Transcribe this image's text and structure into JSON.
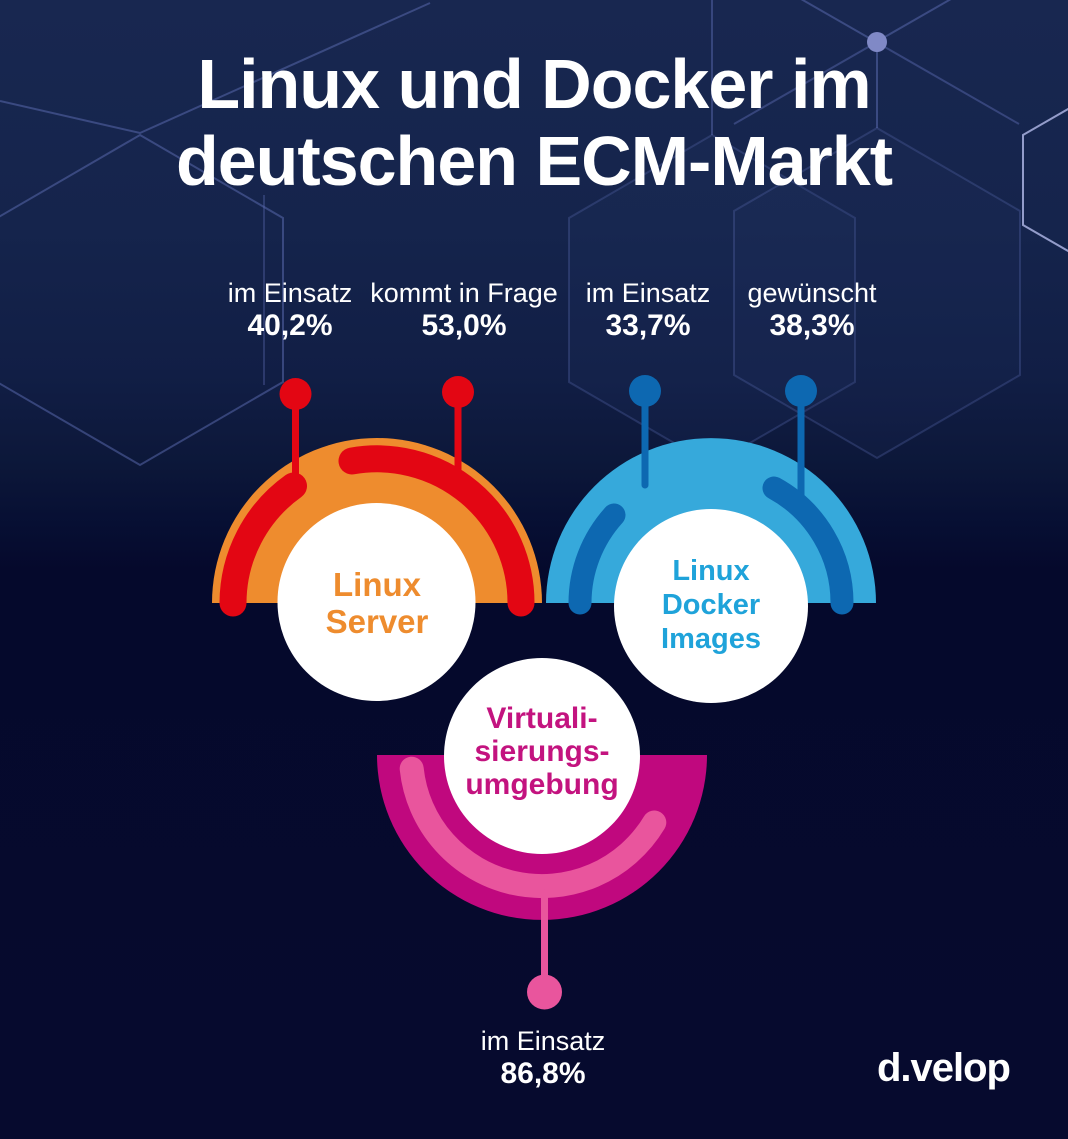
{
  "title": "Linux und Docker im\ndeutschen ECM-Markt",
  "stats": [
    {
      "label": "im Einsatz",
      "value": "40,2%"
    },
    {
      "label": "kommt in Frage",
      "value": "53,0%"
    },
    {
      "label": "im Einsatz",
      "value": "33,7%"
    },
    {
      "label": "gewünscht",
      "value": "38,3%"
    }
  ],
  "gauges": [
    {
      "name": "Linux Server",
      "label_lines": "Linux\nServer",
      "fill_color": "#ee8c2e",
      "accent_color": "#e30613"
    },
    {
      "name": "Linux Docker Images",
      "label_lines": "Linux\nDocker\nImages",
      "fill_color": "#36a9db",
      "accent_color": "#0d68b1",
      "text_color": "#1fa3da"
    },
    {
      "name": "Virtualisierungsumgebung",
      "label_lines": "Virtuali-\nsierungs-\numgebung",
      "fill_color": "#c0087e",
      "accent_color": "#e9559d",
      "text_color": "#c3137f"
    }
  ],
  "bottom_stat": {
    "label": "im Einsatz",
    "value": "86,8%"
  },
  "logo": "d.velop",
  "background": {
    "top_color": "#15244c",
    "bottom_color": "#05092c",
    "hex_line_color": "#5e6db4",
    "deco_dot_color": "#8089c6"
  },
  "chart_data": {
    "type": "pie",
    "title": "Linux und Docker im deutschen ECM-Markt",
    "unit": "%",
    "series": [
      {
        "name": "Linux Server",
        "color": "#ee8c2e",
        "slices": [
          {
            "label": "im Einsatz",
            "value": 40.2
          },
          {
            "label": "kommt in Frage",
            "value": 53.0
          }
        ]
      },
      {
        "name": "Linux Docker Images",
        "color": "#36a9db",
        "slices": [
          {
            "label": "im Einsatz",
            "value": 33.7
          },
          {
            "label": "gewünscht",
            "value": 38.3
          }
        ]
      },
      {
        "name": "Virtualisierungsumgebung",
        "color": "#c0087e",
        "slices": [
          {
            "label": "im Einsatz",
            "value": 86.8
          }
        ]
      }
    ],
    "layout": "three semicircular gauge charts: Linux Server and Linux Docker Images open upward side by side, Virtualisierungsumgebung opens downward below center; callout pins link arcs to percentage labels"
  }
}
